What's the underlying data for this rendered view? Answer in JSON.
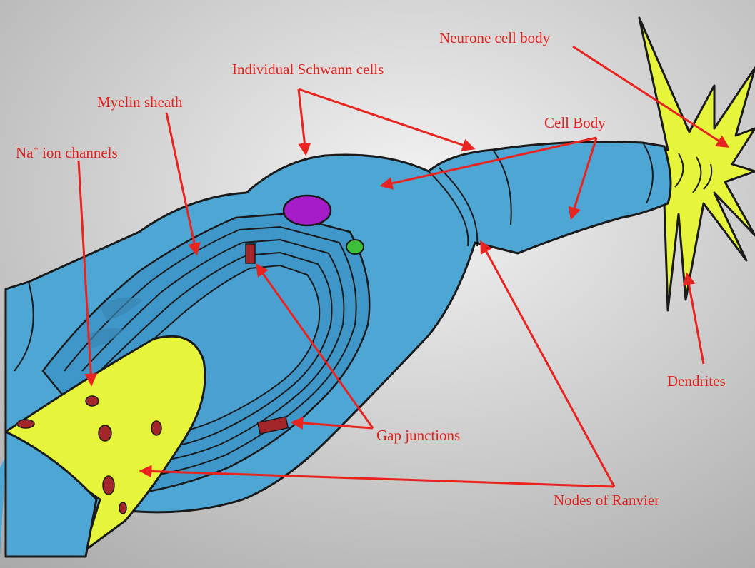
{
  "colors": {
    "background_light": "#f4f4f4",
    "background_dark": "#a9a9a9",
    "sheath": "#4ea6d5",
    "sheath_shadow": "#3b8fbf",
    "axon": "#e6f53c",
    "nucleus": "#a51cc8",
    "organelle": "#3fbf3a",
    "channel": "#a3262a",
    "label": "#e0201b"
  },
  "labels": {
    "neurone_cell_body": "Neurone cell body",
    "individual_schwann_cells": "Individual Schwann cells",
    "myelin_sheath": "Myelin sheath",
    "cell_body": "Cell Body",
    "na_prefix": "Na",
    "na_superscript": "+",
    "na_suffix": " ion channels",
    "dendrites": "Dendrites",
    "gap_junctions": "Gap junctions",
    "nodes_of_ranvier": "Nodes of Ranvier"
  }
}
